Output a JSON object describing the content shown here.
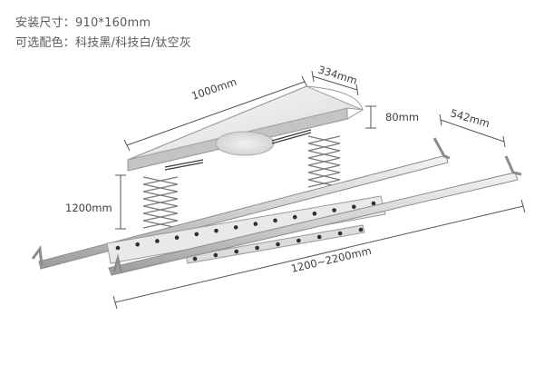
{
  "specs": {
    "size_line": "安装尺寸：910*160mm",
    "colors_line": "可选配色：科技黑/科技白/钛空灰"
  },
  "dimensions": {
    "length": "1000mm",
    "depth": "334mm",
    "height": "80mm",
    "rod_spacing": "542mm",
    "drop": "1200mm",
    "rod_length": "1200~2200mm"
  }
}
